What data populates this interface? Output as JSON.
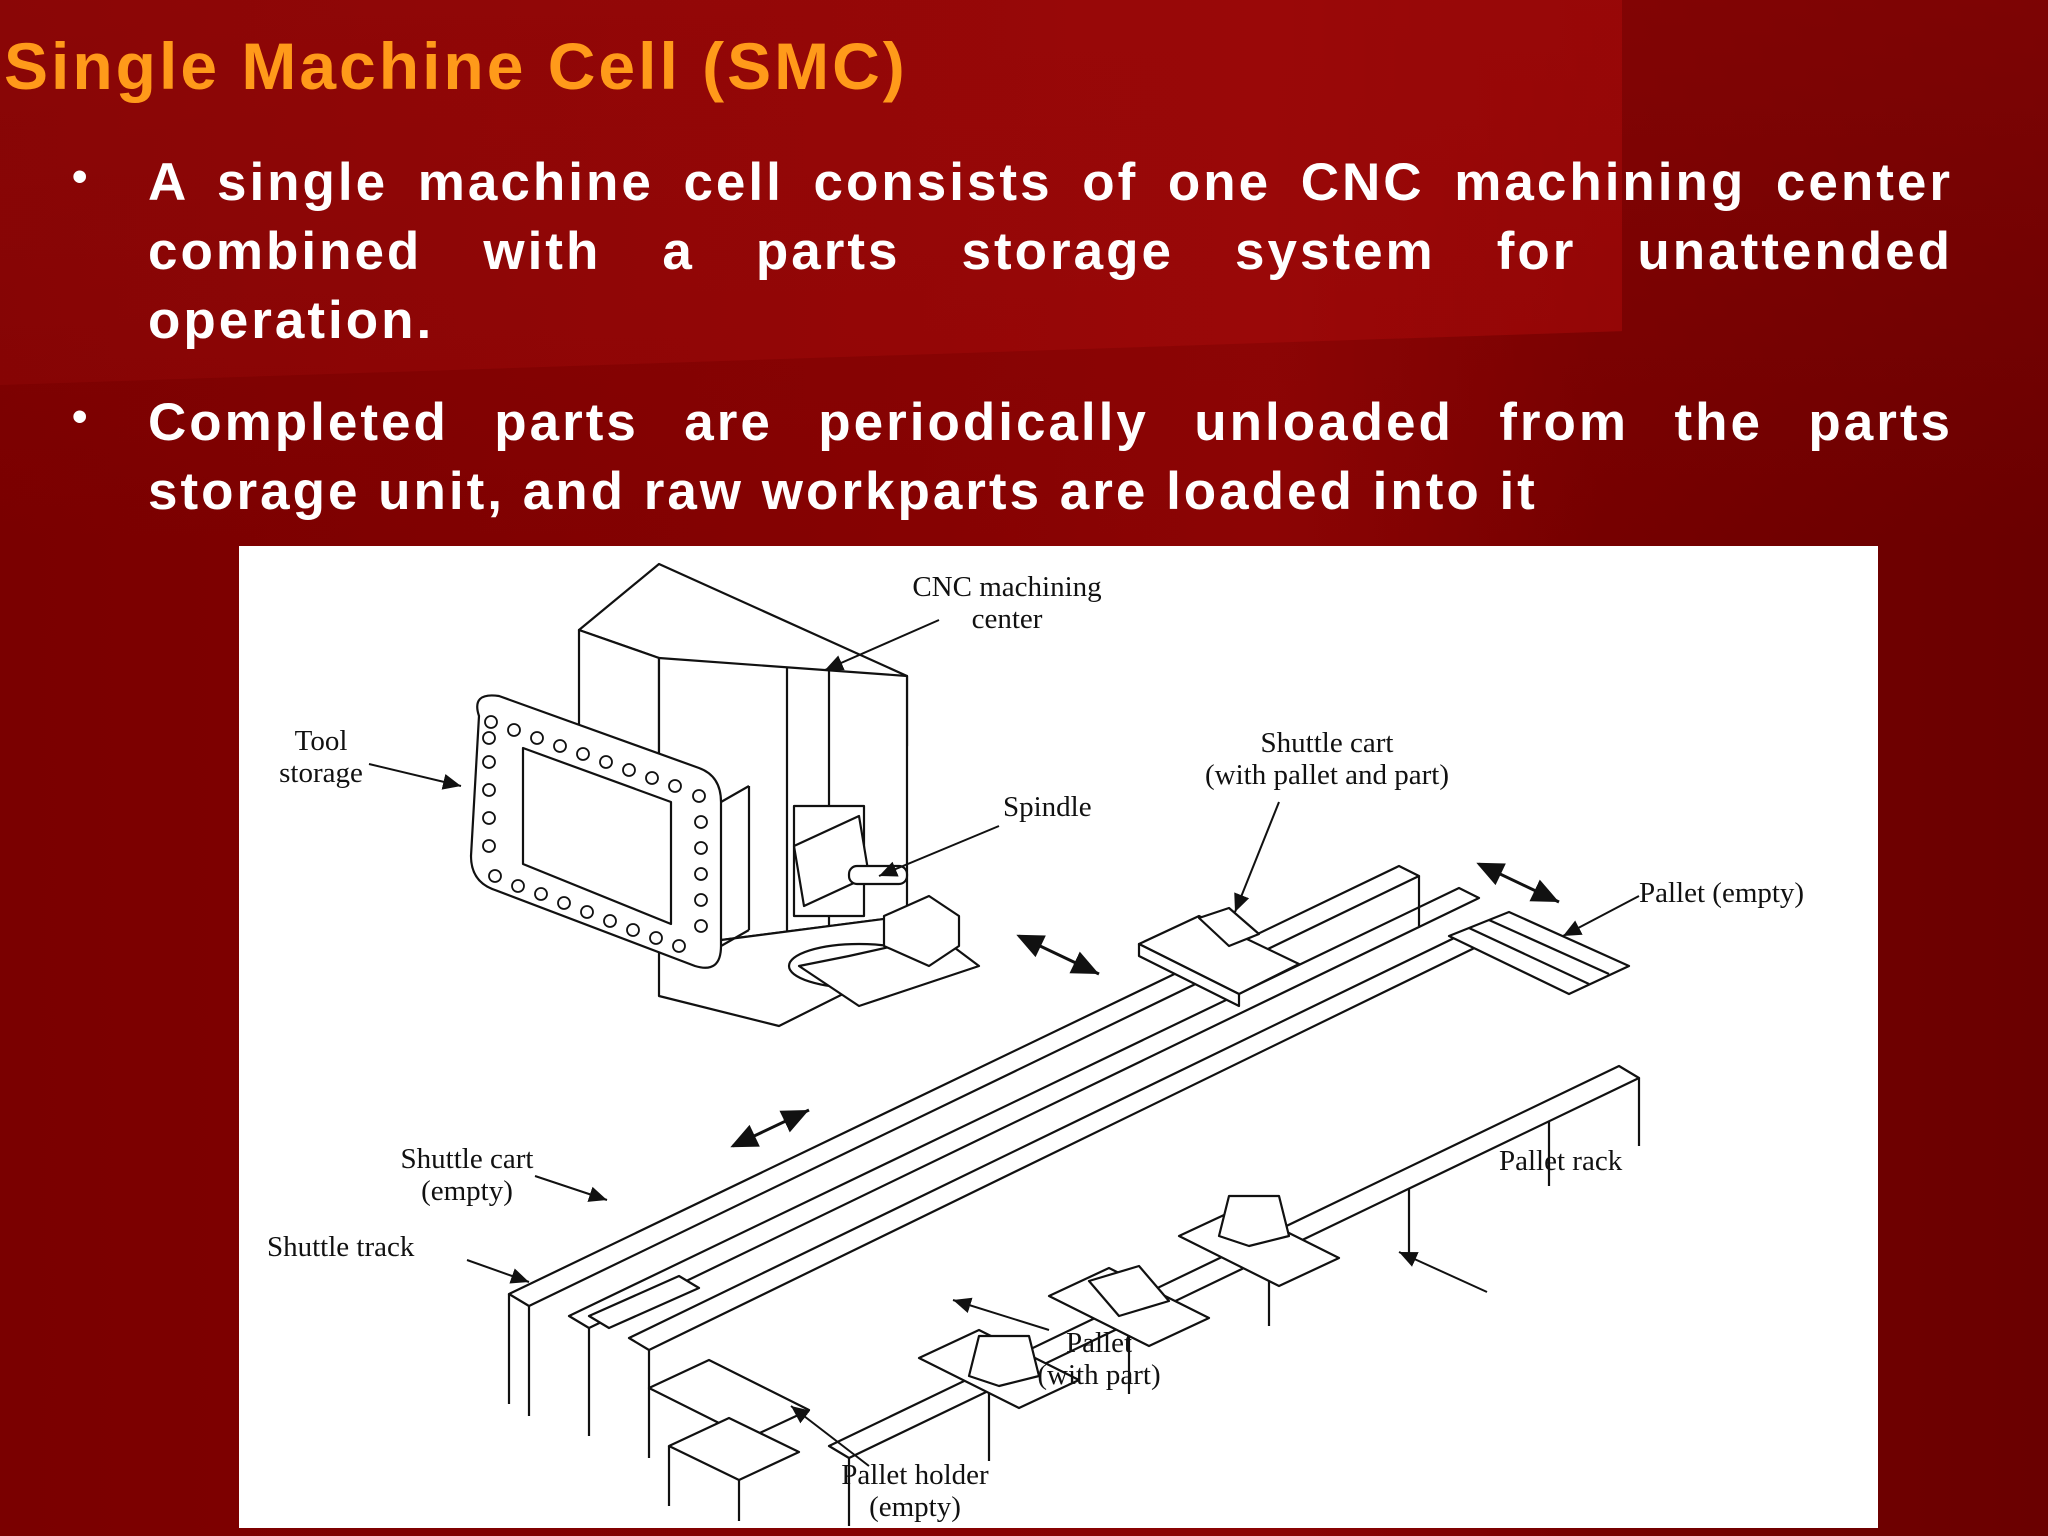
{
  "slide": {
    "title": "Single Machine Cell (SMC)",
    "bullets": [
      "A single machine cell consists of one CNC machining center combined with a parts storage system for unattended operation.",
      "Completed parts are periodically unloaded from the parts storage unit, and raw workparts are loaded into it"
    ],
    "bullet_marker": "•"
  },
  "figure": {
    "labels": {
      "cnc_line1": "CNC machining",
      "cnc_line2": "center",
      "tool_line1": "Tool",
      "tool_line2": "storage",
      "spindle": "Spindle",
      "shuttle_loaded_line1": "Shuttle cart",
      "shuttle_loaded_line2": "(with pallet and part)",
      "pallet_empty": "Pallet (empty)",
      "pallet_rack": "Pallet rack",
      "shuttle_empty_line1": "Shuttle cart",
      "shuttle_empty_line2": "(empty)",
      "shuttle_track": "Shuttle track",
      "pallet_part_line1": "Pallet",
      "pallet_part_line2": "(with part)",
      "pallet_holder_line1": "Pallet holder",
      "pallet_holder_line2": "(empty)"
    }
  }
}
